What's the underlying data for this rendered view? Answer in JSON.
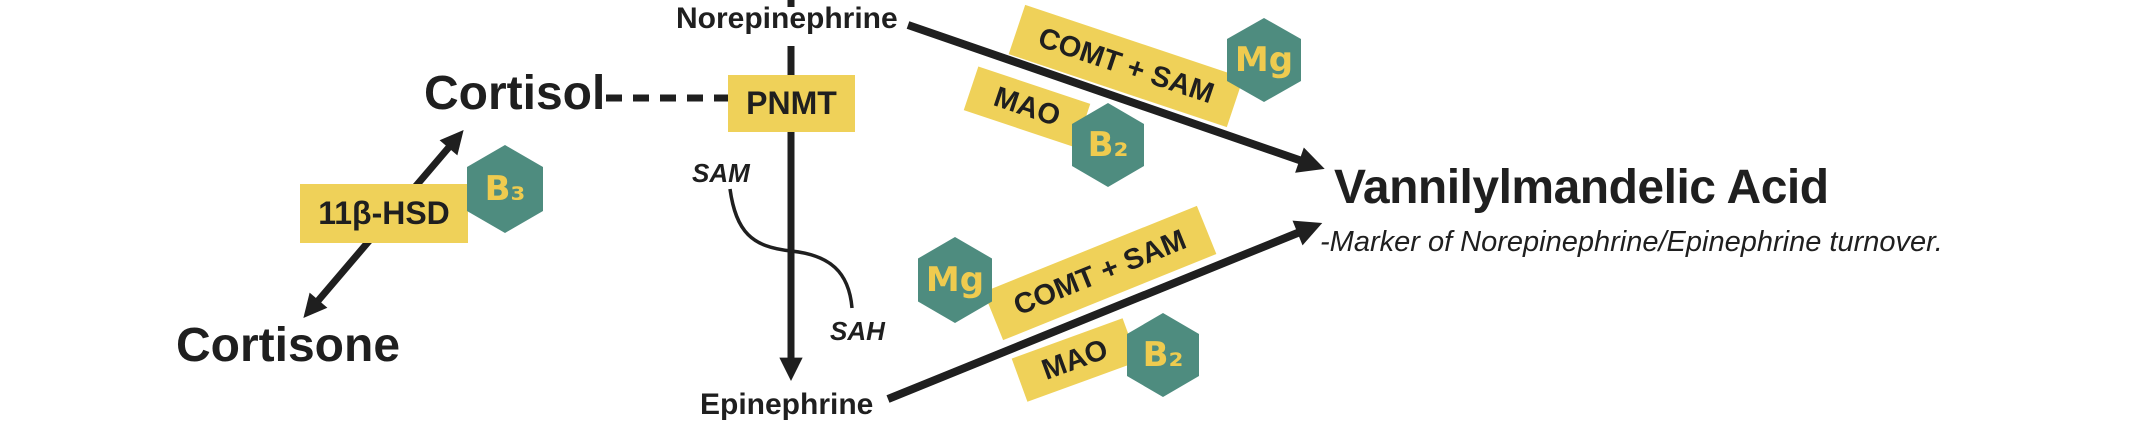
{
  "diagram": {
    "nodes": {
      "norepinephrine": "Norepinephrine",
      "epinephrine": "Epinephrine",
      "cortisol": "Cortisol",
      "cortisone": "Cortisone",
      "vma_title": "Vannilylmandelic Acid",
      "vma_note": "-Marker of Norepinephrine/Epinephrine turnover."
    },
    "enzymes": {
      "pnmt": "PNMT",
      "hsd11b": "11β-HSD",
      "comt_sam": "COMT + SAM",
      "mao": "MAO"
    },
    "cofactors": {
      "b3": "B₃",
      "b2": "B₂",
      "mg": "Mg"
    },
    "cosubstrates": {
      "sam": "SAM",
      "sah": "SAH"
    },
    "colors": {
      "enzyme_box_yellow": "#EFD159",
      "cofactor_hex_teal": "#4E8C7F",
      "cofactor_text_yellow": "#EFCB4F",
      "ink_black": "#1F1F1F"
    }
  }
}
